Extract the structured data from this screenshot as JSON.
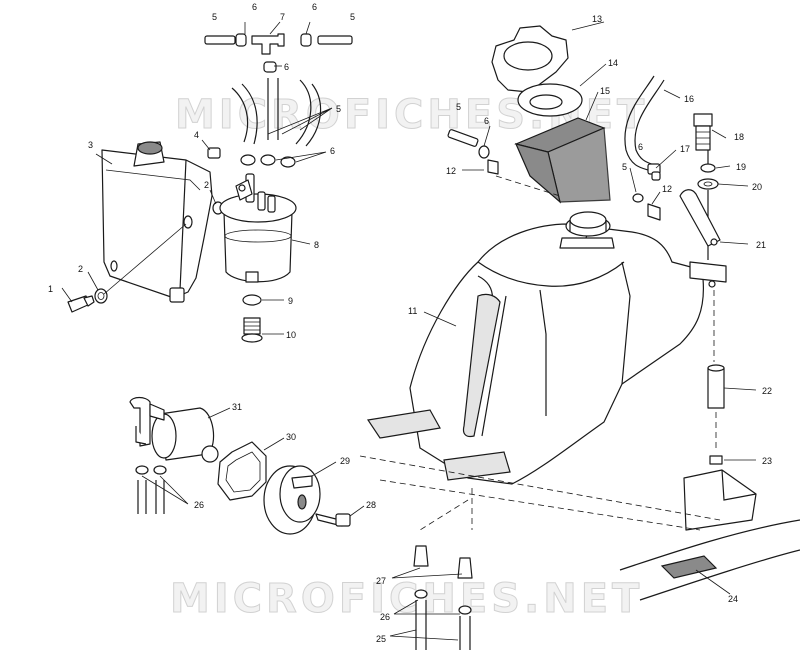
{
  "watermark": {
    "text": "MICROFICHES.NET"
  },
  "callouts": {
    "c1": "1",
    "c2a": "2",
    "c2b": "2",
    "c3": "3",
    "c4": "4",
    "c5a": "5",
    "c5b": "5",
    "c5c": "5",
    "c5d": "5",
    "c5e": "5",
    "c6a": "6",
    "c6b": "6",
    "c6c": "6",
    "c6d": "6",
    "c6e": "6",
    "c6f": "6",
    "c7": "7",
    "c8": "8",
    "c9": "9",
    "c10": "10",
    "c11": "11",
    "c12a": "12",
    "c12b": "12",
    "c13": "13",
    "c14": "14",
    "c15": "15",
    "c16": "16",
    "c17": "17",
    "c18": "18",
    "c19": "19",
    "c20": "20",
    "c21": "21",
    "c22": "22",
    "c23": "23",
    "c24": "24",
    "c25": "25",
    "c26a": "26",
    "c26b": "26",
    "c27": "27",
    "c28": "28",
    "c29": "29",
    "c30": "30",
    "c31": "31"
  }
}
